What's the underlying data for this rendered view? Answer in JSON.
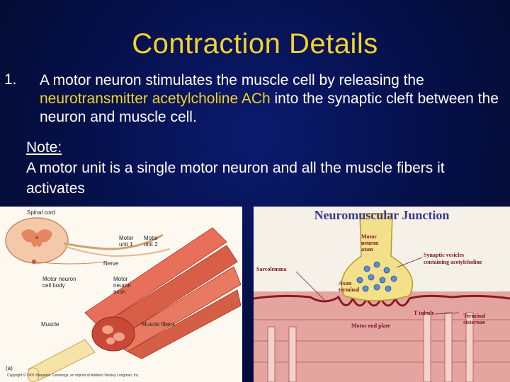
{
  "title": "Contraction Details",
  "point": {
    "number": "1.",
    "text_before": "A motor neuron stimulates the muscle cell by releasing the ",
    "highlight": "neurotransmitter acetylcholine ACh",
    "text_after": " into the synaptic cleft between the neuron and muscle cell."
  },
  "note": {
    "label": "Note:",
    "text": "A motor unit is a single motor neuron and all the muscle fibers it activates"
  },
  "figure_motor_unit": {
    "spinal_cord": "Spinal cord",
    "motor_unit_1": "Motor unit 1",
    "motor_unit_2": "Motor unit 2",
    "nerve": "Nerve",
    "cell_body": "Motor neuron cell body",
    "axon": "Motor neuron axon",
    "muscle": "Muscle",
    "muscle_fibers": "Muscle fibers",
    "panel": "(a)",
    "copyright": "Copyright © 2001 Benjamin Cummings, an imprint of Addison Wesley Longman, Inc."
  },
  "figure_nmj": {
    "title": "Neuromuscular Junction",
    "axon": "Motor neuron axon",
    "vesicles": "Synaptic vesicles",
    "vesicles_containing": "containing",
    "acetylcholine": "acetylcholine",
    "sarcolemma": "Sarcolemma",
    "terminal": "Axon terminal",
    "t_tubule": "T tubule",
    "cisternae": "Terminal cisternae",
    "end_plate": "Motor end plate"
  },
  "colors": {
    "background": "#050f45",
    "title": "#f2d22a",
    "text": "#ffffff",
    "highlight": "#f2d22a"
  }
}
